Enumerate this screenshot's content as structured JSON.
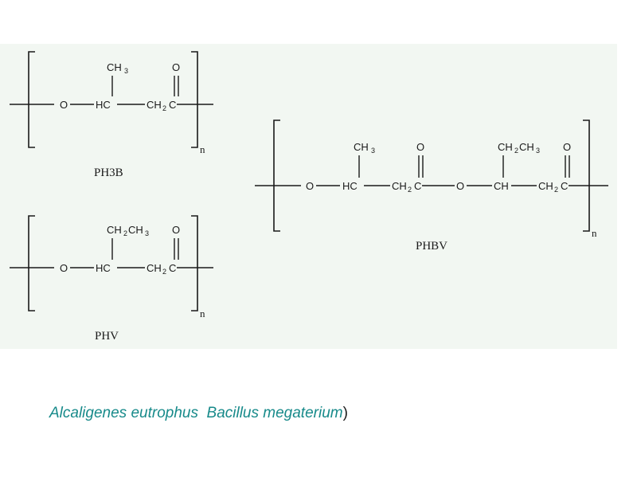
{
  "figure": {
    "structures": [
      {
        "name": "PH3B",
        "atoms": {
          "o": "O",
          "hc": "HC",
          "ch2": "CH",
          "c": "C",
          "o_dbl": "O",
          "ch3": "CH",
          "h_sub": "3",
          "ch2_sub": "2"
        },
        "repeat": "n"
      },
      {
        "name": "PHV",
        "atoms": {
          "o": "O",
          "hc": "HC",
          "ch2": "CH",
          "c": "C",
          "o_dbl": "O",
          "et_ch2": "CH",
          "et_ch2_sub": "2",
          "et_ch3": "CH",
          "et_ch3_sub": "3",
          "ch2_sub": "2"
        },
        "repeat": "n"
      },
      {
        "name": "PHBV",
        "atoms": {
          "o1": "O",
          "hc": "HC",
          "ch2a": "CH",
          "ch2a_sub": "2",
          "c1": "C",
          "o_dbl1": "O",
          "o2": "O",
          "ch": "CH",
          "ch2b": "CH",
          "ch2b_sub": "2",
          "c2": "C",
          "o_dbl2": "O",
          "me": "CH",
          "me_sub": "3",
          "et_ch2": "CH",
          "et_ch2_sub": "2",
          "et_ch3": "CH",
          "et_ch3_sub": "3"
        },
        "repeat": "n"
      }
    ]
  },
  "caption": {
    "organism1": "Alcaligenes eutrophus",
    "organism2": "Bacillus megaterium",
    "closing": ")"
  }
}
